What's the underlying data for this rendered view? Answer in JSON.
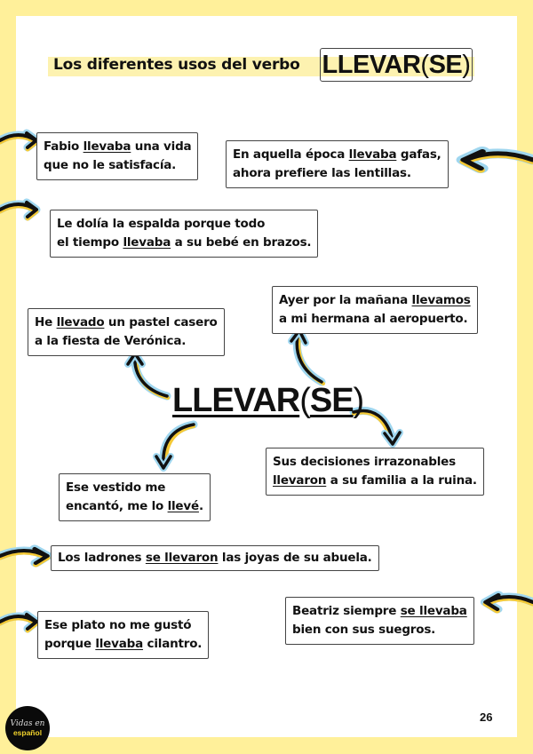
{
  "header": {
    "title_prefix": "Los diferentes usos del verbo",
    "title_verb": "LLEVAR",
    "title_paren_open": "(",
    "title_suffix": "SE",
    "title_paren_close": ")"
  },
  "center": {
    "verb": "LLEVAR",
    "paren_open": "(",
    "suffix": "SE",
    "paren_close": ")"
  },
  "sentences": [
    {
      "id": "fabio",
      "l1_pre": "Fabio ",
      "l1_u": "llevaba",
      "l1_post": " una vida",
      "l2": "que no le satisfacía."
    },
    {
      "id": "epoca",
      "l1_pre": "En aquella época ",
      "l1_u": "llevaba",
      "l1_post": " gafas,",
      "l2": "ahora prefiere las lentillas."
    },
    {
      "id": "espalda",
      "l1": "Le dolía la espalda porque todo",
      "l2_pre": "el tiempo ",
      "l2_u": "llevaba",
      "l2_post": " a su bebé en brazos."
    },
    {
      "id": "ayer",
      "l1_pre": "Ayer por la mañana ",
      "l1_u": "llevamos",
      "l2": "a mi hermana al aeropuerto."
    },
    {
      "id": "pastel",
      "l1_pre": "He ",
      "l1_u": "llevado",
      "l1_post": " un pastel casero",
      "l2": "a la fiesta de Verónica."
    },
    {
      "id": "decisiones",
      "l1": "Sus decisiones irrazonables",
      "l2_u": "llevaron",
      "l2_post": " a su familia a la ruina."
    },
    {
      "id": "vestido",
      "l1": "Ese vestido me",
      "l2_pre": "encantó, me lo ",
      "l2_u": "llevé",
      "l2_post": "."
    },
    {
      "id": "ladrones",
      "l1_pre": "Los ladrones ",
      "l1_u": "se llevaron",
      "l1_post": " las joyas de su abuela."
    },
    {
      "id": "beatriz",
      "l1_pre": "Beatriz siempre ",
      "l1_u": "se llevaba",
      "l2": "bien con sus suegros."
    },
    {
      "id": "plato",
      "l1": "Ese plato no me gustó",
      "l2_pre": "porque ",
      "l2_u": "llevaba",
      "l2_post": " cilantro."
    }
  ],
  "footer": {
    "logo_line1": "Vidas en",
    "logo_line2": "español",
    "page_number": "26"
  },
  "colors": {
    "frame_yellow": "#fff09a",
    "title_highlight": "#fdf2b0",
    "arrow_black": "#111111",
    "arrow_yellow": "#f5c935",
    "arrow_blue": "#9fd6ef"
  }
}
